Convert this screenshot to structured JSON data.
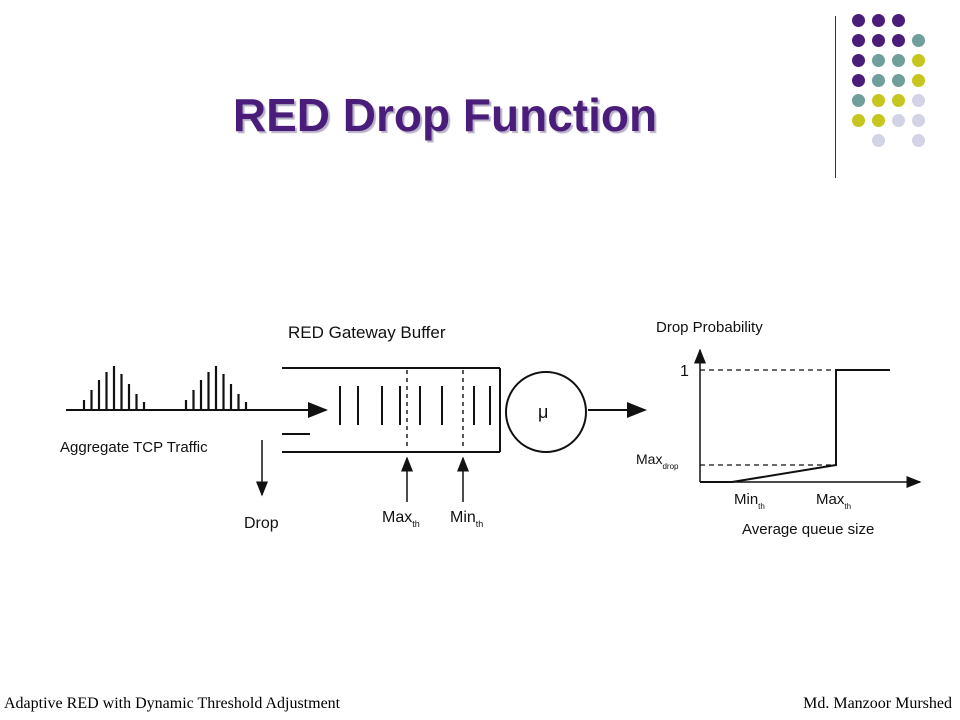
{
  "slide": {
    "title": "RED Drop Function",
    "footer_left": "Adaptive RED with Dynamic Threshold Adjustment",
    "footer_right": "Md. Manzoor Murshed"
  },
  "diagram": {
    "buffer_label": "RED Gateway Buffer",
    "traffic_label": "Aggregate TCP Traffic",
    "drop_label": "Drop",
    "max_label": "Max",
    "max_sub": "th",
    "min_label": "Min",
    "min_sub": "th",
    "server_label": "μ",
    "graph": {
      "y_label": "Drop Probability",
      "one_label": "1",
      "maxdrop_label": "Max",
      "maxdrop_sub": "drop",
      "min_label": "Min",
      "min_sub": "th",
      "max_label": "Max",
      "max_sub": "th",
      "x_label": "Average queue size"
    }
  },
  "colors": {
    "title": "#4a1d7a",
    "dot_purple": "#4a1d7a",
    "dot_teal": "#6f9e9b",
    "dot_olive": "#c6c61e",
    "dot_lavender": "#d3d3e6"
  }
}
